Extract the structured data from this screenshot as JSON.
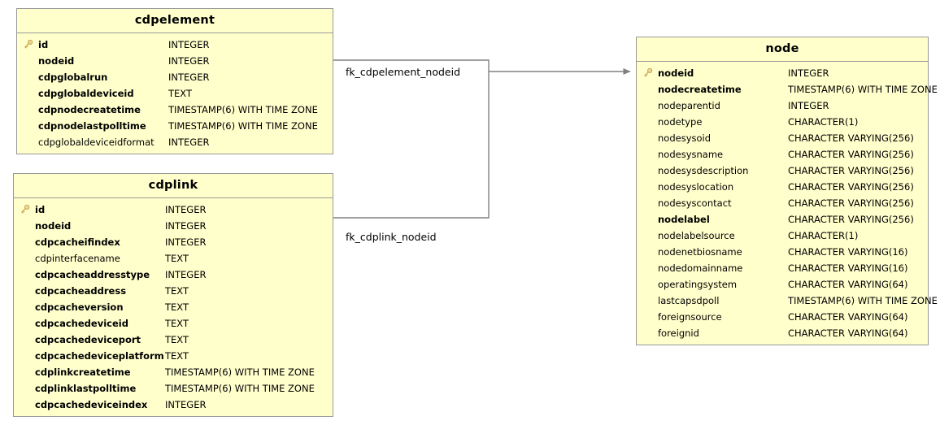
{
  "diagram": {
    "type": "entity-relationship-diagram",
    "background_color": "#ffffff",
    "entity_fill_color": "#ffffcc",
    "entity_border_color": "#999999",
    "connector_color": "#808080",
    "key_icon_color": "#c8a04b"
  },
  "entities": [
    {
      "name": "cdpelement",
      "title": "cdpelement",
      "fields": [
        {
          "key": true,
          "not_null": true,
          "name": "id",
          "type": "INTEGER"
        },
        {
          "key": false,
          "not_null": true,
          "name": "nodeid",
          "type": "INTEGER"
        },
        {
          "key": false,
          "not_null": true,
          "name": "cdpglobalrun",
          "type": "INTEGER"
        },
        {
          "key": false,
          "not_null": true,
          "name": "cdpglobaldeviceid",
          "type": "TEXT"
        },
        {
          "key": false,
          "not_null": true,
          "name": "cdpnodecreatetime",
          "type": "TIMESTAMP(6) WITH TIME ZONE"
        },
        {
          "key": false,
          "not_null": true,
          "name": "cdpnodelastpolltime",
          "type": "TIMESTAMP(6) WITH TIME ZONE"
        },
        {
          "key": false,
          "not_null": false,
          "name": "cdpglobaldeviceidformat",
          "type": "INTEGER"
        }
      ]
    },
    {
      "name": "cdplink",
      "title": "cdplink",
      "fields": [
        {
          "key": true,
          "not_null": true,
          "name": "id",
          "type": "INTEGER"
        },
        {
          "key": false,
          "not_null": true,
          "name": "nodeid",
          "type": "INTEGER"
        },
        {
          "key": false,
          "not_null": true,
          "name": "cdpcacheifindex",
          "type": "INTEGER"
        },
        {
          "key": false,
          "not_null": false,
          "name": "cdpinterfacename",
          "type": "TEXT"
        },
        {
          "key": false,
          "not_null": true,
          "name": "cdpcacheaddresstype",
          "type": "INTEGER"
        },
        {
          "key": false,
          "not_null": true,
          "name": "cdpcacheaddress",
          "type": "TEXT"
        },
        {
          "key": false,
          "not_null": true,
          "name": "cdpcacheversion",
          "type": "TEXT"
        },
        {
          "key": false,
          "not_null": true,
          "name": "cdpcachedeviceid",
          "type": "TEXT"
        },
        {
          "key": false,
          "not_null": true,
          "name": "cdpcachedeviceport",
          "type": "TEXT"
        },
        {
          "key": false,
          "not_null": true,
          "name": "cdpcachedeviceplatform",
          "type": "TEXT"
        },
        {
          "key": false,
          "not_null": true,
          "name": "cdplinkcreatetime",
          "type": "TIMESTAMP(6) WITH TIME ZONE"
        },
        {
          "key": false,
          "not_null": true,
          "name": "cdplinklastpolltime",
          "type": "TIMESTAMP(6) WITH TIME ZONE"
        },
        {
          "key": false,
          "not_null": true,
          "name": "cdpcachedeviceindex",
          "type": "INTEGER"
        }
      ]
    },
    {
      "name": "node",
      "title": "node",
      "fields": [
        {
          "key": true,
          "not_null": true,
          "name": "nodeid",
          "type": "INTEGER"
        },
        {
          "key": false,
          "not_null": true,
          "name": "nodecreatetime",
          "type": "TIMESTAMP(6) WITH TIME ZONE"
        },
        {
          "key": false,
          "not_null": false,
          "name": "nodeparentid",
          "type": "INTEGER"
        },
        {
          "key": false,
          "not_null": false,
          "name": "nodetype",
          "type": "CHARACTER(1)"
        },
        {
          "key": false,
          "not_null": false,
          "name": "nodesysoid",
          "type": "CHARACTER VARYING(256)"
        },
        {
          "key": false,
          "not_null": false,
          "name": "nodesysname",
          "type": "CHARACTER VARYING(256)"
        },
        {
          "key": false,
          "not_null": false,
          "name": "nodesysdescription",
          "type": "CHARACTER VARYING(256)"
        },
        {
          "key": false,
          "not_null": false,
          "name": "nodesyslocation",
          "type": "CHARACTER VARYING(256)"
        },
        {
          "key": false,
          "not_null": false,
          "name": "nodesyscontact",
          "type": "CHARACTER VARYING(256)"
        },
        {
          "key": false,
          "not_null": true,
          "name": "nodelabel",
          "type": "CHARACTER VARYING(256)"
        },
        {
          "key": false,
          "not_null": false,
          "name": "nodelabelsource",
          "type": "CHARACTER(1)"
        },
        {
          "key": false,
          "not_null": false,
          "name": "nodenetbiosname",
          "type": "CHARACTER VARYING(16)"
        },
        {
          "key": false,
          "not_null": false,
          "name": "nodedomainname",
          "type": "CHARACTER VARYING(16)"
        },
        {
          "key": false,
          "not_null": false,
          "name": "operatingsystem",
          "type": "CHARACTER VARYING(64)"
        },
        {
          "key": false,
          "not_null": false,
          "name": "lastcapsdpoll",
          "type": "TIMESTAMP(6) WITH TIME ZONE"
        },
        {
          "key": false,
          "not_null": false,
          "name": "foreignsource",
          "type": "CHARACTER VARYING(64)"
        },
        {
          "key": false,
          "not_null": false,
          "name": "foreignid",
          "type": "CHARACTER VARYING(64)"
        }
      ]
    }
  ],
  "relationships": [
    {
      "label": "fk_cdpelement_nodeid",
      "from": "cdpelement",
      "from_column": "nodeid",
      "to": "node",
      "to_column": "nodeid"
    },
    {
      "label": "fk_cdplink_nodeid",
      "from": "cdplink",
      "from_column": "nodeid",
      "to": "node",
      "to_column": "nodeid"
    }
  ]
}
